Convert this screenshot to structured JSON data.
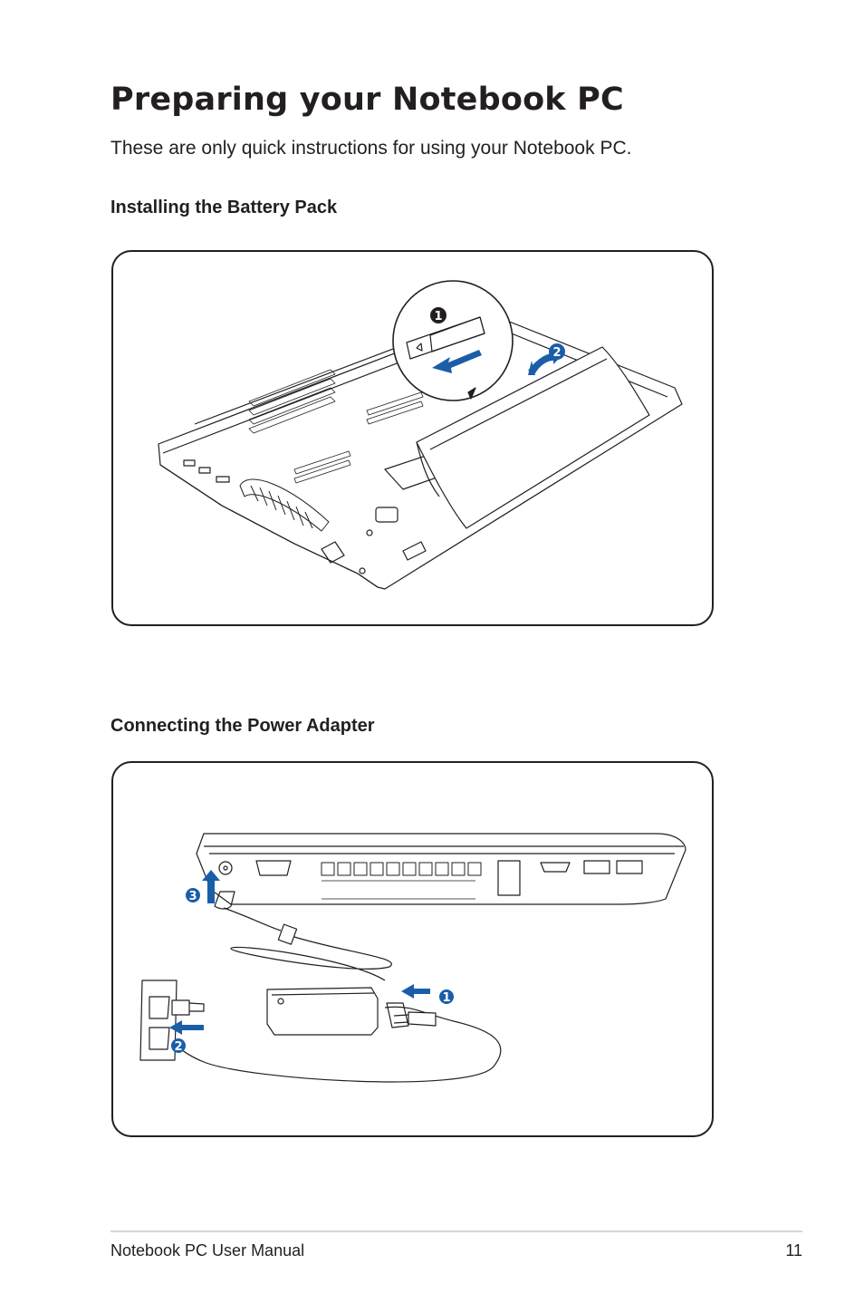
{
  "page": {
    "title": "Preparing your Notebook PC",
    "intro": "These are only quick instructions for using your Notebook PC."
  },
  "battery_section": {
    "heading": "Installing the Battery Pack",
    "steps": [
      "1",
      "2"
    ]
  },
  "adapter_section": {
    "heading": "Connecting the Power Adapter",
    "steps": [
      "3",
      "1",
      "2"
    ]
  },
  "footer": {
    "manual_name": "Notebook PC User Manual",
    "page_number": "11"
  },
  "colors": {
    "accent": "#1a5ea8",
    "line": "#231f20"
  }
}
